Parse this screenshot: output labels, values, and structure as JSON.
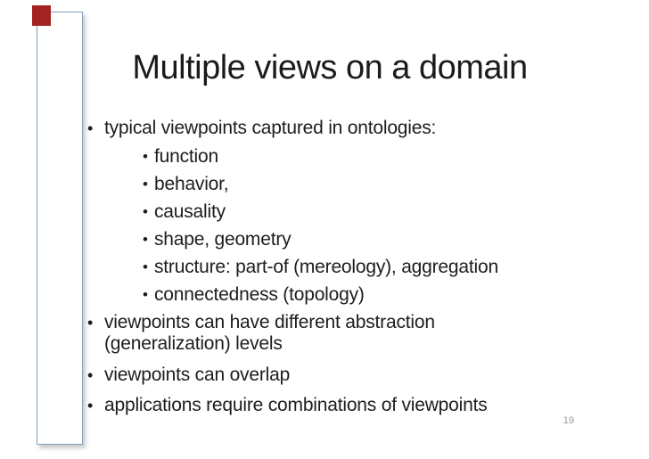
{
  "slide": {
    "title": "Multiple views on a domain",
    "bullet_glyph": "•",
    "bullets": {
      "b1": "typical viewpoints captured in ontologies:",
      "sub": [
        "function",
        "behavior,",
        "causality",
        "shape, geometry",
        "structure: part-of (mereology), aggregation",
        "connectedness (topology)"
      ],
      "b2": "viewpoints can have different abstraction (generalization) levels",
      "b3": "viewpoints can overlap",
      "b4": "applications require combinations of viewpoints"
    },
    "page_number": "19",
    "colors": {
      "accent_red": "#a32222",
      "panel_border_blue": "#7fa0c0",
      "text": "#1d1d1d",
      "page_number_gray": "#999999"
    }
  }
}
